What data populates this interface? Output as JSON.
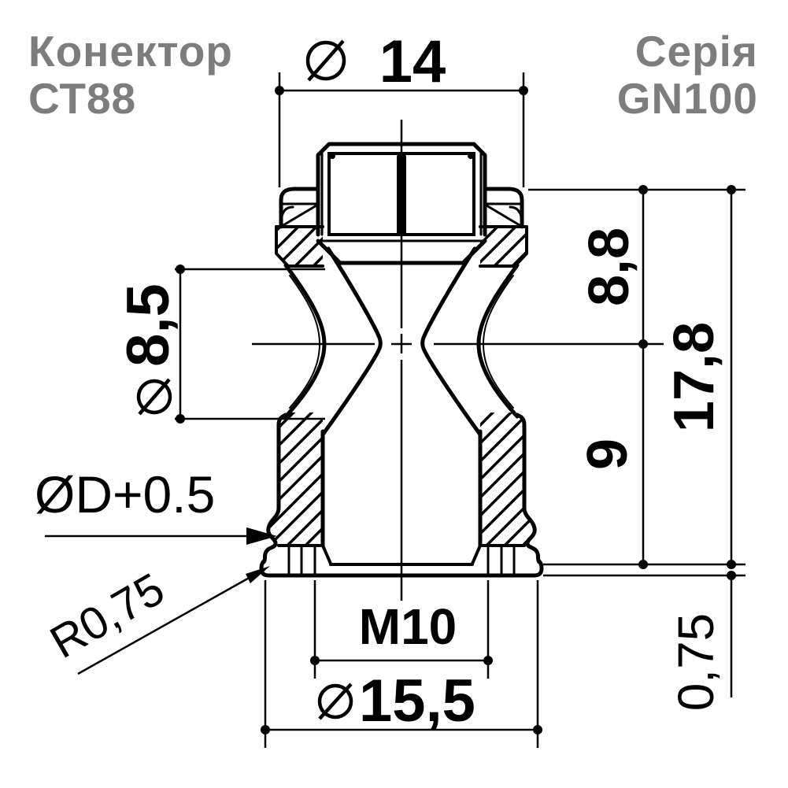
{
  "colors": {
    "background": "#ffffff",
    "line": "#000000",
    "title_gray": "#7d7d7d"
  },
  "titles": {
    "product_line1": "Конектор",
    "product_line2": "СТ88",
    "series_line1": "Серія",
    "series_line2": "GN100"
  },
  "dimensions": {
    "diameter_symbol": "⌀",
    "top_width": "14",
    "neck_diameter": "8,5",
    "upper_height": "8,8",
    "total_height": "17,8",
    "lower_height": "9",
    "flange_thickness": "0,75",
    "thread": "M10",
    "flange_diameter": "15,5",
    "bore_callout": "ØD+0.5",
    "lip_radius": "R0,75"
  }
}
